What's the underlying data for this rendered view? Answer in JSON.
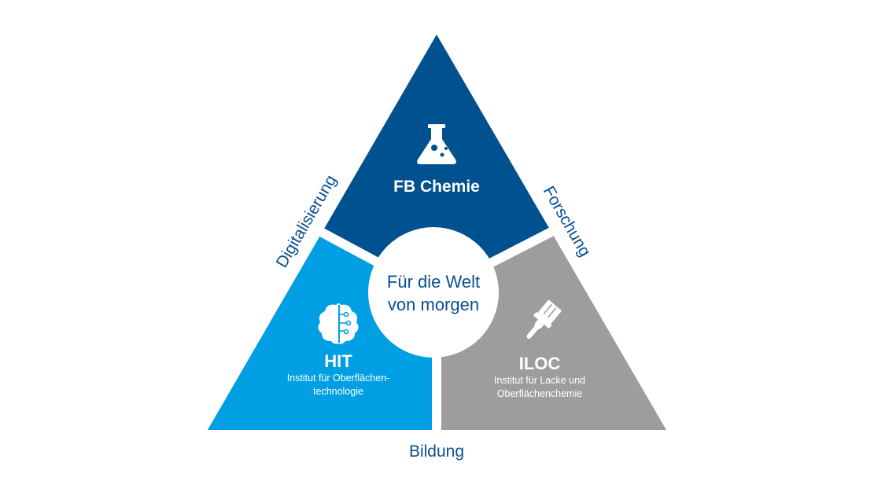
{
  "center": {
    "line1": "Für die Welt",
    "line2": "von morgen"
  },
  "sections": {
    "top": {
      "title": "FB Chemie",
      "icon": "flask-icon",
      "color": "#005190"
    },
    "left": {
      "title": "HIT",
      "subtitle_line1": "Institut für Oberflächen-",
      "subtitle_line2": "technologie",
      "icon": "brain-icon",
      "color": "#009fe3"
    },
    "right": {
      "title": "ILOC",
      "subtitle_line1": "Institut für Lacke und",
      "subtitle_line2": "Oberflächenchemie",
      "icon": "paintbrush-icon",
      "color": "#9d9d9c"
    }
  },
  "edges": {
    "left": "Digitalisierung",
    "right": "Forschung",
    "bottom": "Bildung"
  },
  "text_color": "#0a4f8f"
}
